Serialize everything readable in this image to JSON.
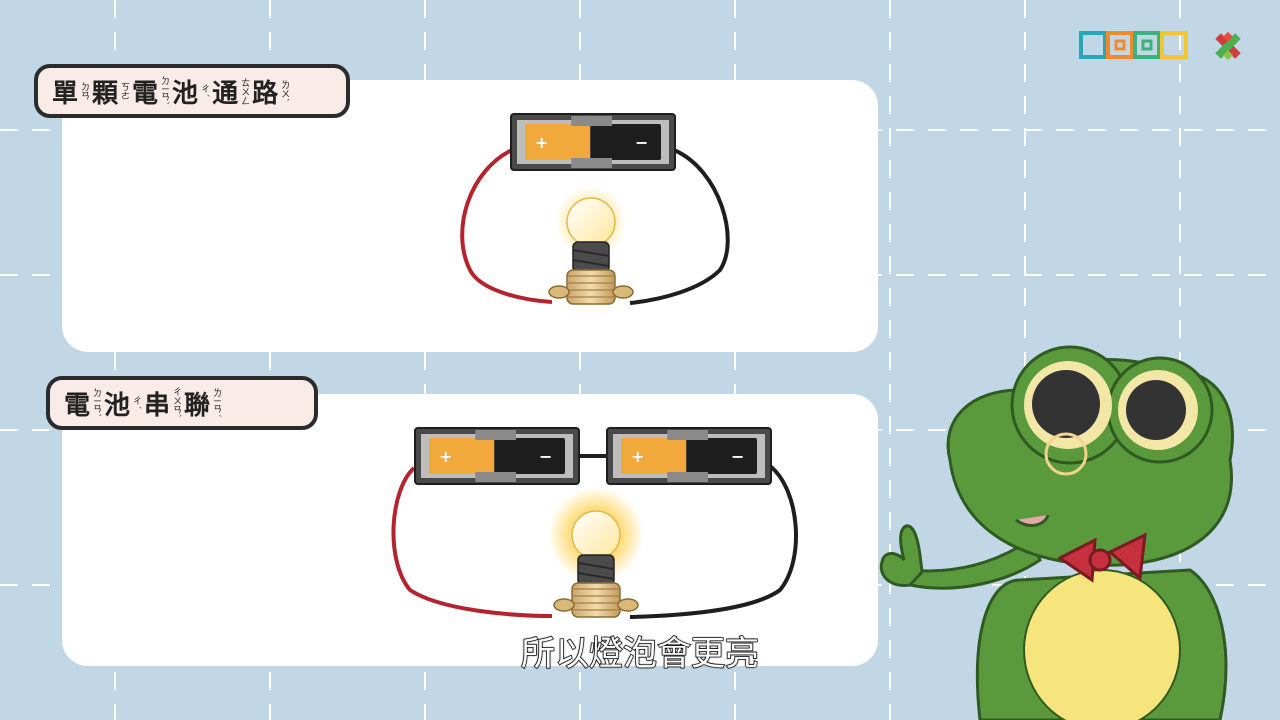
{
  "sections": [
    {
      "title": [
        {
          "char": "單",
          "bopomofo": "ㄉㄢ"
        },
        {
          "char": "顆",
          "bopomofo": "ㄎㄜ"
        },
        {
          "char": "電",
          "bopomofo": "ㄉㄧㄢˋ"
        },
        {
          "char": "池",
          "bopomofo": "ㄔˊ"
        },
        {
          "char": "通",
          "bopomofo": "ㄊㄨㄥ"
        },
        {
          "char": "路",
          "bopomofo": "ㄌㄨˋ"
        }
      ],
      "battery_count": 1
    },
    {
      "title": [
        {
          "char": "電",
          "bopomofo": "ㄉㄧㄢˋ"
        },
        {
          "char": "池",
          "bopomofo": "ㄔˊ"
        },
        {
          "char": "串",
          "bopomofo": "ㄔㄨㄢˋ"
        },
        {
          "char": "聯",
          "bopomofo": "ㄌㄧㄢˊ"
        }
      ],
      "battery_count": 2
    }
  ],
  "battery": {
    "plus": "+",
    "minus": "−"
  },
  "subtitle": "所以燈泡會更亮",
  "colors": {
    "background": "#c2d7e5",
    "wire_positive": "#b5242e",
    "wire_negative": "#1e1e1e",
    "battery_body": "#f0a93a",
    "frog_green": "#5a9a3c",
    "bow_tie": "#c7313f"
  }
}
